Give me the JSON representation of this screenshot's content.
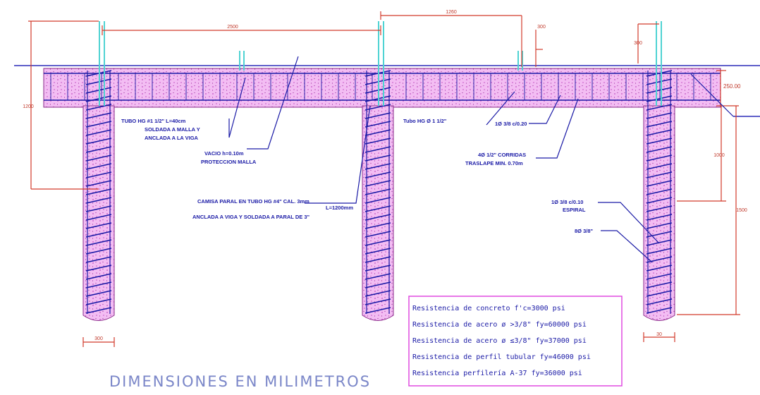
{
  "dimensions": {
    "d2500": "2500",
    "d1260": "1260",
    "d300a": "300",
    "d300b": "300",
    "d1200": "1200",
    "d250": "250.00",
    "d1000": "1000",
    "d1500": "1500",
    "d300base": "300",
    "d30": "30"
  },
  "annotations": {
    "tubo_hg_112_l1": "TUBO HG #1 1/2\" L=40cm",
    "tubo_hg_112_l2": "SOLDADA A MALLA Y",
    "tubo_hg_112_l3": "ANCLADA A LA VIGA",
    "vacio_l1": "VACIO h=0.10m",
    "vacio_l2": "PROTECCION MALLA",
    "camisa_l1": "CAMISA PARAL EN TUBO HG #4\" CAL. 3mm",
    "camisa_l2": "L=1200mm",
    "camisa_l3": "ANCLADA A VIGA Y SOLDADA A PARAL DE 3\"",
    "tubo_hg_mid": "Tubo  HG Ø 1 1/2\"",
    "bar_38_020": "1Ø 3/8 c/0.20",
    "corridas_l1": "4Ø 1/2\" CORRIDAS",
    "corridas_l2": "TRASLAPE MIN. 0.70m",
    "espiral_l1": "1Ø 3/8 c/0.10",
    "espiral_l2": "ESPIRAL",
    "long_bars": "8Ø 3/8\""
  },
  "specs": [
    "Resistencia  de  concreto  f'c=3000  psi",
    "Resistencia  de  acero  ø  >3/8\"  fy=60000  psi",
    "Resistencia  de  acero  ø  ≤3/8\"  fy=37000  psi",
    "Resistencia  de  perfil  tubular  fy=46000  psi",
    "Resistencia  perfilería  A-37  fy=36000  psi"
  ],
  "footer": "DIMENSIONES  EN  MILIMETROS",
  "colors": {
    "concrete": "#f3bdf3",
    "concrete_dots": "#c24ec2",
    "rebar": "#1a1aa6",
    "dimension": "#d23a2a",
    "tube": "#4fd3d3",
    "spec_border": "#e04be0"
  }
}
